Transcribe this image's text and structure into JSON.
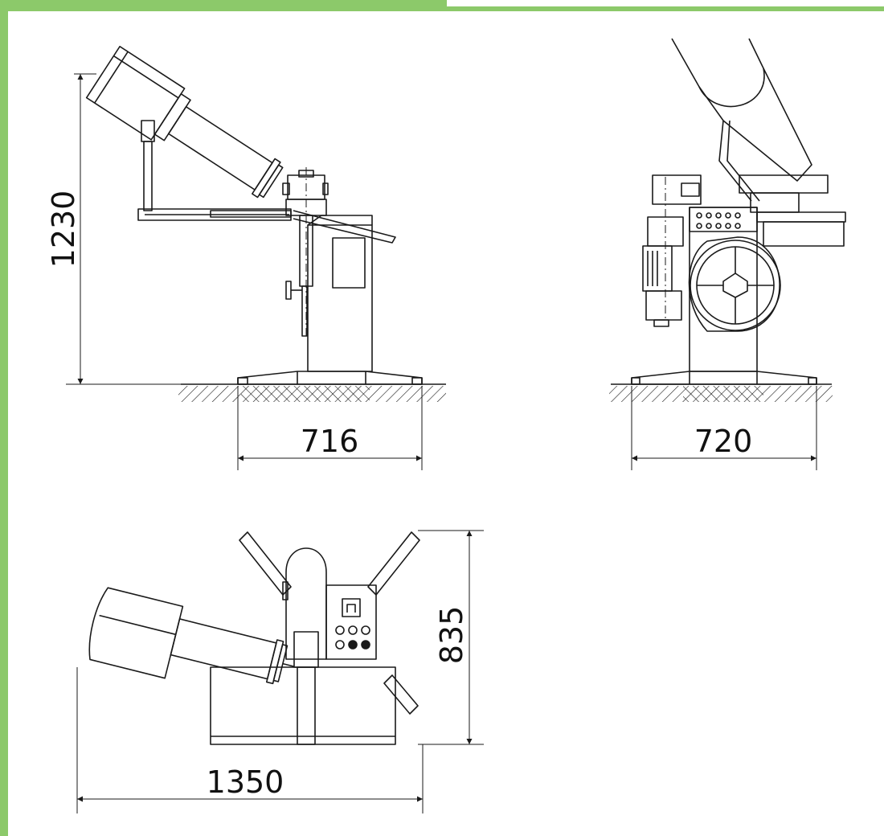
{
  "colors": {
    "frame": "#8cc96a",
    "line": "#1a1a1a",
    "background": "#ffffff"
  },
  "dimensions": {
    "side_view_height": "1230",
    "side_view_width": "716",
    "front_view_width": "720",
    "top_view_depth": "835",
    "top_view_width": "1350"
  }
}
